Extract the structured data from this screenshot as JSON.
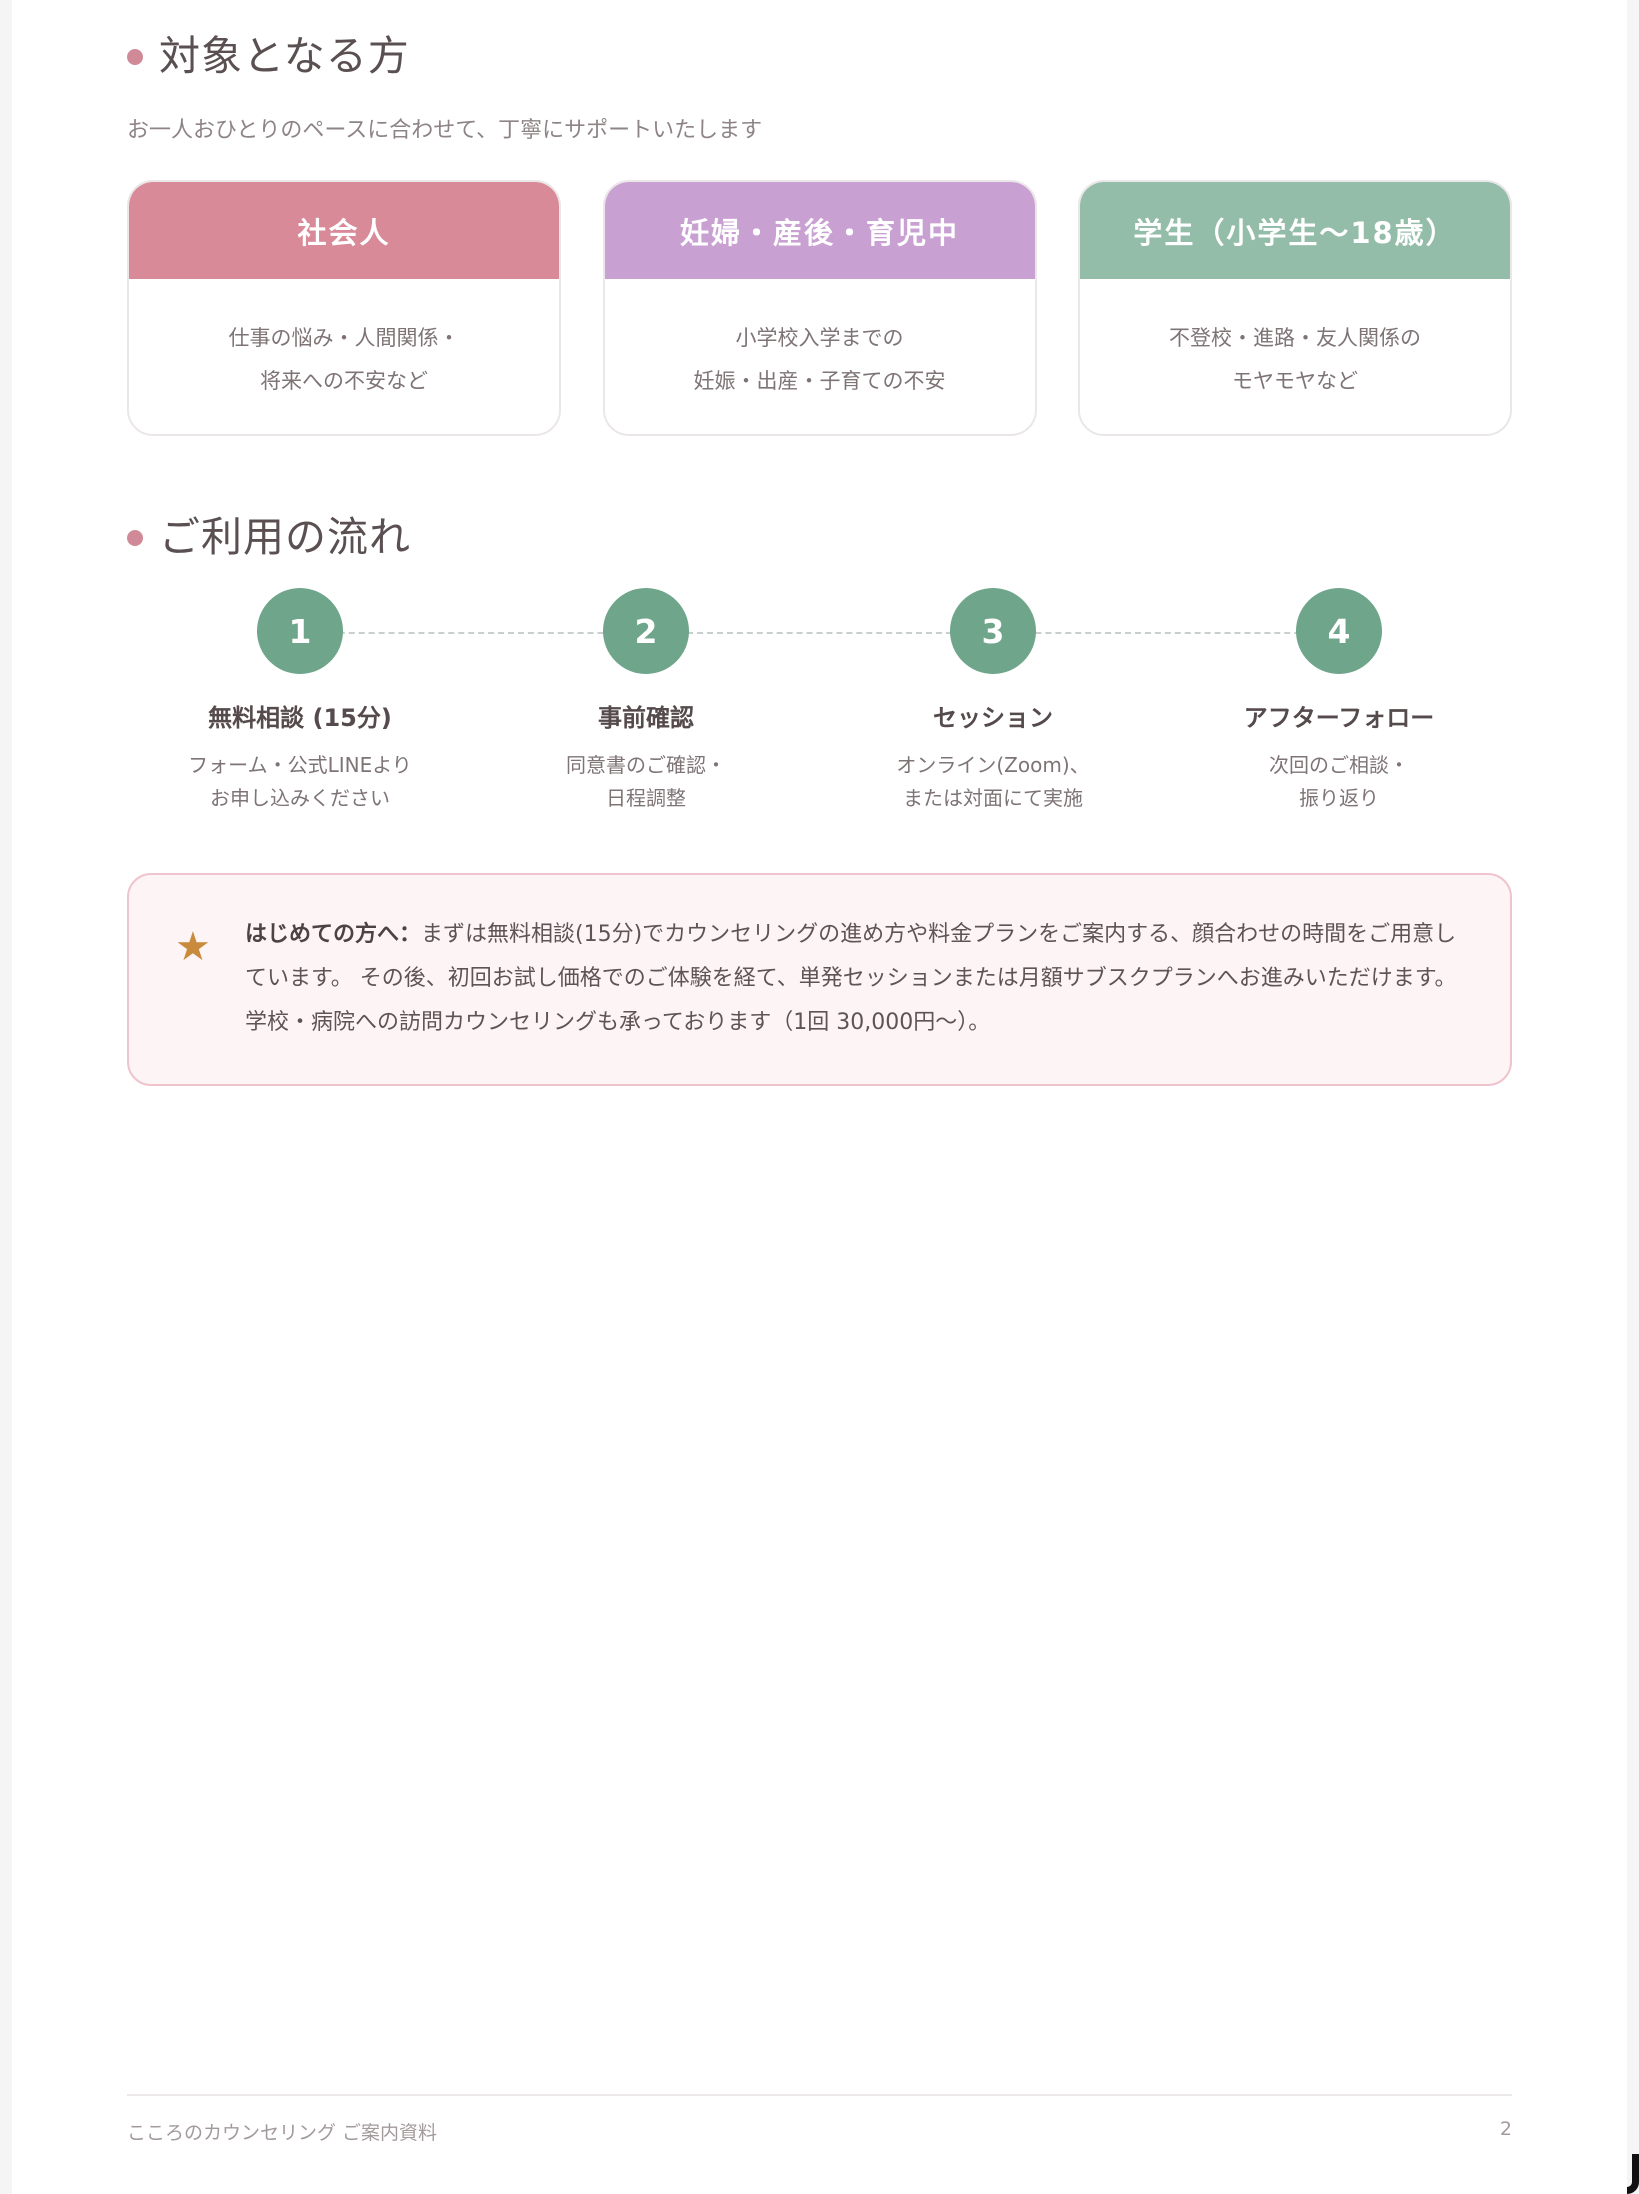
{
  "section1": {
    "title": "対象となる方",
    "subtitle": "お一人おひとりのペースに合わせて、丁寧にサポートいたします"
  },
  "cards": [
    {
      "title": "社会人",
      "color": "#d98a98",
      "lines": [
        "仕事の悩み・人間関係・",
        "将来への不安など"
      ]
    },
    {
      "title": "妊婦・産後・育児中",
      "color": "#c8a0d2",
      "lines": [
        "小学校入学までの",
        "妊娠・出産・子育ての不安"
      ]
    },
    {
      "title": "学生（小学生〜18歳）",
      "color": "#93bda8",
      "lines": [
        "不登校・進路・友人関係の",
        "モヤモヤなど"
      ]
    }
  ],
  "section2": {
    "title": "ご利用の流れ"
  },
  "steps": [
    {
      "number": "1",
      "title": "無料相談 (15分)",
      "lines": [
        "フォーム・公式LINEより",
        "お申し込みください"
      ]
    },
    {
      "number": "2",
      "title": "事前確認",
      "lines": [
        "同意書のご確認・",
        "日程調整"
      ]
    },
    {
      "number": "3",
      "title": "セッション",
      "lines": [
        "オンライン(Zoom)、",
        "または対面にて実施"
      ]
    },
    {
      "number": "4",
      "title": "アフターフォロー",
      "lines": [
        "次回のご相談・",
        "振り返り"
      ]
    }
  ],
  "note": {
    "icon": "star-icon",
    "lead": "はじめての方へ：",
    "text": "まずは無料相談(15分)でカウンセリングの進め方や料金プランをご案内する、顔合わせの時間をご用意しています。 その後、初回お試し価格でのご体験を経て、単発セッションまたは月額サブスクプランへお進みいただけます。 学校・病院への訪問カウンセリングも承っております（1回 30,000円〜）。"
  },
  "footer": {
    "document_title": "こころのカウンセリング ご案内資料",
    "page_number": "2"
  },
  "colors": {
    "accent_pink": "#d08a97",
    "step_green": "#6fa58a",
    "star_gold": "#c98a3e"
  }
}
